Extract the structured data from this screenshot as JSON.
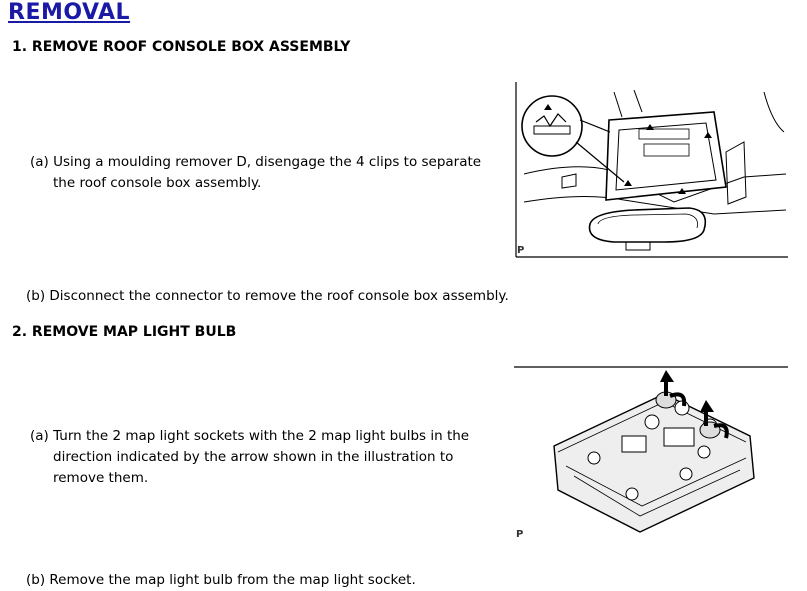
{
  "page": {
    "title": "REMOVAL"
  },
  "steps": [
    {
      "heading": "1. REMOVE ROOF CONSOLE BOX ASSEMBLY",
      "substeps": [
        {
          "label": "(a)",
          "line1": "Using a moulding remover D, disengage the 4 clips to separate",
          "line2": "the roof console box assembly."
        },
        {
          "label": "(b)",
          "line1": "Disconnect the connector to remove the roof console box assembly."
        }
      ],
      "figure_label": "P"
    },
    {
      "heading": "2. REMOVE MAP LIGHT BULB",
      "substeps": [
        {
          "label": "(a)",
          "line1": "Turn the 2 map light sockets with the 2 map light bulbs in the",
          "line2": "direction indicated by the arrow shown in the illustration to",
          "line3": "remove them."
        },
        {
          "label": "(b)",
          "line1": "Remove the map light bulb from the map light socket."
        }
      ],
      "figure_label": "P"
    }
  ]
}
